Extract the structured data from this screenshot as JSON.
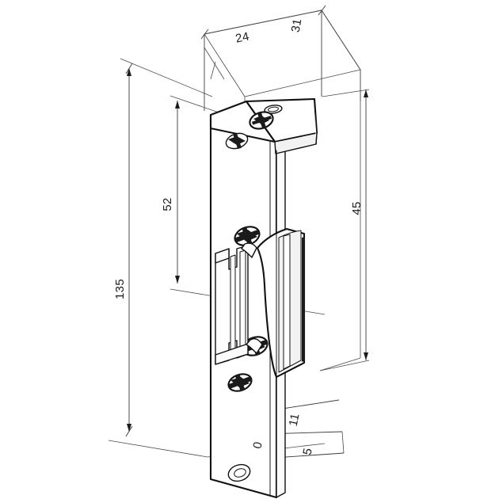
{
  "drawing": {
    "title": "Electric door strike - dimensioned isometric drawing",
    "background_color": "#ffffff",
    "line_color": "#111111",
    "dimension_color": "#3a3a3a",
    "units": "mm"
  },
  "dimensions": {
    "top_left_depth": "24",
    "top_right_width": "31",
    "left_outer_height": "135",
    "left_inner_height": "52",
    "right_depth": "45",
    "bottom_offset": "11",
    "bottom_left_mark": "0",
    "bottom_right_mark": "5"
  },
  "parts": {
    "faceplate": "faceplate",
    "top_bracket": "top-mounting-bracket",
    "latch_keeper": "latch-keeper",
    "strike_lip": "strike-lip",
    "screw_top": "phillips-screw-top",
    "screw_upper": "phillips-screw-upper",
    "screw_lower": "phillips-screw-lower",
    "screw_bottom": "phillips-screw-bottom",
    "hole_top": "mounting-hole-top",
    "hole_bottom": "mounting-hole-bottom"
  }
}
